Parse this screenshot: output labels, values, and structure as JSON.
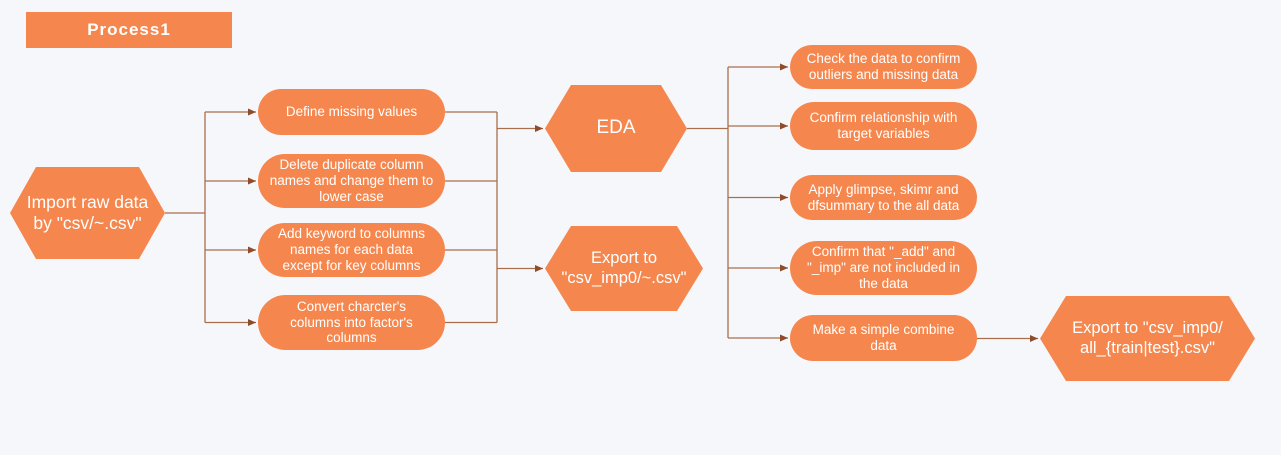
{
  "palette": {
    "background": "#F6F7FB",
    "node_fill": "#F5874E",
    "line_color": "#A96F4C",
    "arrow_color": "#8F4B2A",
    "text_color": "#FFFFFF"
  },
  "title": {
    "label": "Process1"
  },
  "nodes": {
    "import_raw": {
      "shape": "hexagon",
      "label": "Import raw data\nby \"csv/~.csv\""
    },
    "define_missing": {
      "shape": "stadium",
      "label": "Define missing values"
    },
    "delete_duplicate": {
      "shape": "stadium",
      "label": "Delete duplicate column\nnames and change them to\nlower case"
    },
    "add_keyword": {
      "shape": "stadium",
      "label": "Add keyword to columns\nnames for each data\nexcept for key columns"
    },
    "convert_character": {
      "shape": "stadium",
      "label": "Convert charcter's\ncolumns into factor's\ncolumns"
    },
    "eda": {
      "shape": "hexagon",
      "label": "EDA"
    },
    "export_imp0": {
      "shape": "hexagon",
      "label": "Export to\n\"csv_imp0/~.csv\""
    },
    "check_outliers": {
      "shape": "stadium",
      "label": "Check the data to confirm\noutliers and missing data"
    },
    "confirm_relationship": {
      "shape": "stadium",
      "label": "Confirm relationship with\ntarget variables"
    },
    "apply_glimpse": {
      "shape": "stadium",
      "label": "Apply glimpse, skimr and\ndfsummary to the all data"
    },
    "confirm_add_imp": {
      "shape": "stadium",
      "label": "Confirm that \"_add\" and\n\"_imp\" are not included in\nthe data"
    },
    "make_combine": {
      "shape": "stadium",
      "label": "Make a simple combine\ndata"
    },
    "export_all": {
      "shape": "hexagon",
      "label": "Export to \"csv_imp0/\nall_{train|test}.csv\""
    }
  }
}
